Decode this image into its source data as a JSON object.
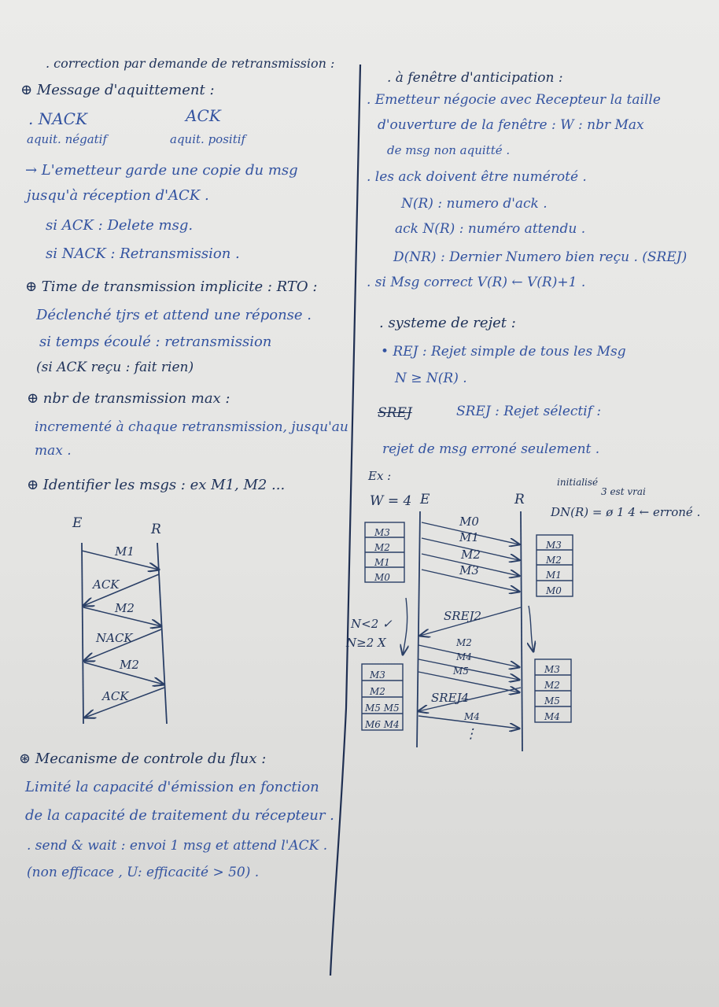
{
  "left": {
    "title": ". correction par demande de retransmission :",
    "ack_heading": "⊕ Message d'aquittement :",
    "nack": ". NACK",
    "ack": "ACK",
    "aquit_neg": "aquit. négatif",
    "aquit_pos": "aquit. positif",
    "copy_1": "→ L'emetteur garde une copie du msg",
    "copy_2": "jusqu'à réception d'ACK .",
    "si_ack": "si ACK : Delete msg.",
    "si_nack": "si NACK : Retransmission .",
    "timeout_heading": "⊕ Time de transmission implicite : RTO :",
    "timeout_1": "Déclenché tjrs et attend une réponse .",
    "timeout_2": "si temps écoulé : retransmission",
    "timeout_3": "(si ACK reçu : fait rien)",
    "maxtx_heading": "⊕ nbr de transmission max :",
    "maxtx_1": "incrementé à chaque retransmission, jusqu'au",
    "maxtx_2": "max .",
    "ident_heading": "⊕ Identifier les msgs : ex M1, M2 ...",
    "diagram": {
      "sender": "E",
      "receiver": "R",
      "arrows": [
        "M1",
        "ACK",
        "M2",
        "NACK",
        "M2",
        "ACK"
      ]
    },
    "flow_heading": "⊛ Mecanisme de controle du flux :",
    "flow_1": "Limité la capacité d'émission en fonction",
    "flow_2": "de la capacité de traitement du récepteur .",
    "flow_3": ". send & wait : envoi 1 msg et attend l'ACK .",
    "flow_4": "(non efficace , U: efficacité > 50) ."
  },
  "right": {
    "window_heading": ". à fenêtre d'anticipation :",
    "window_1": ". Emetteur négocie avec Recepteur la taille",
    "window_2": "d'ouverture de la fenêtre : W : nbr Max",
    "window_3": "de msg non aquitté .",
    "numbered": ". les ack doivent être numéroté .",
    "nr": "N(R) : numero d'ack .",
    "ack_nr": "ack N(R) : numéro attendu .",
    "dnr": "D(NR) : Dernier Numero bien reçu . (SREJ)",
    "correct": ". si Msg correct  V(R) ← V(R)+1 .",
    "reject_heading": ". systeme de rejet :",
    "rej_1": "• REJ : Rejet simple de tous les Msg",
    "rej_2": "N ≥ N(R) .",
    "srej_struck": "SREJ",
    "srej_1": "SREJ : Rejet sélectif :",
    "srej_2": "rejet de msg erroné seulement .",
    "ex": "Ex :",
    "diagram": {
      "window": "W = 4",
      "sender": "E",
      "receiver": "R",
      "note_init": "initialisé",
      "note_true": "3 est vrai",
      "dnr": "DN(R) = ø 1 4 ← erroné .",
      "sender_buffer_1": [
        "M3",
        "M2",
        "M1",
        "M0"
      ],
      "receiver_buffer_1": [
        "M3",
        "M2",
        "M1",
        "M0"
      ],
      "arrows_1": [
        "M0",
        "M1",
        "M2",
        "M3"
      ],
      "nak_1": "N<2 ✓",
      "nak_2": "N≥2 X",
      "srej_2": "SREJ2",
      "arrows_2": [
        "M2",
        "M4",
        "M5"
      ],
      "srej_4": "SREJ4",
      "arrow_m4": "M4",
      "dots": "⋮",
      "sender_buffer_2": [
        "M3",
        "M2",
        "M5 M5",
        "M6 M4"
      ],
      "receiver_buffer_2": [
        "M3",
        "M2",
        "M5",
        "M4"
      ]
    }
  }
}
